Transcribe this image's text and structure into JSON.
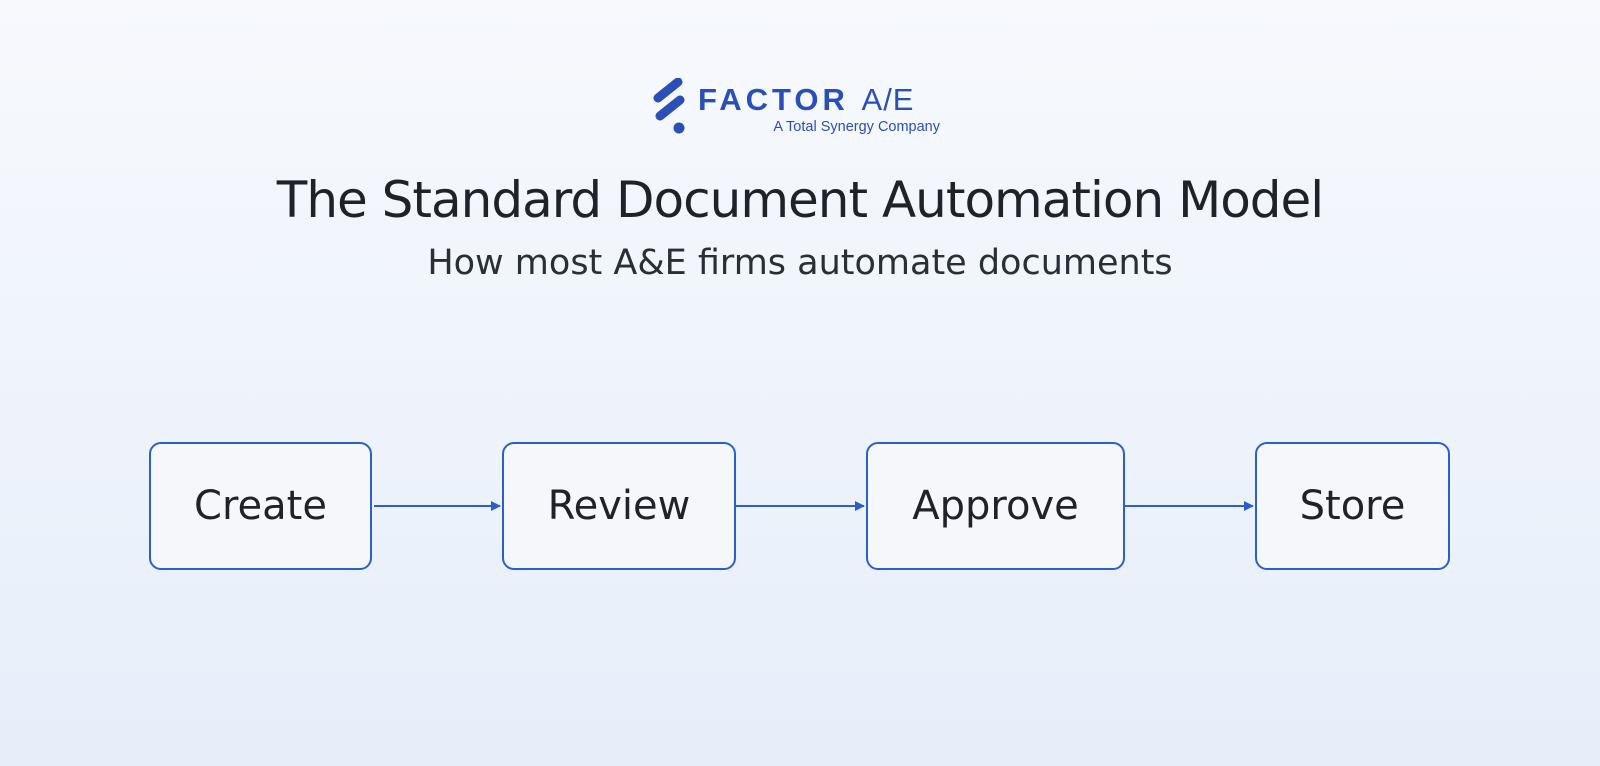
{
  "brand": {
    "name": "FACTOR",
    "suffix": "A/E",
    "tagline": "A Total Synergy Company",
    "color": "#2a4fb8"
  },
  "title": "The Standard Document Automation Model",
  "subtitle": "How most A&E firms automate documents",
  "flow": {
    "steps": [
      "Create",
      "Review",
      "Approve",
      "Store"
    ],
    "border_color": "#2a5fcf",
    "arrow_color": "#2a5fcf"
  }
}
